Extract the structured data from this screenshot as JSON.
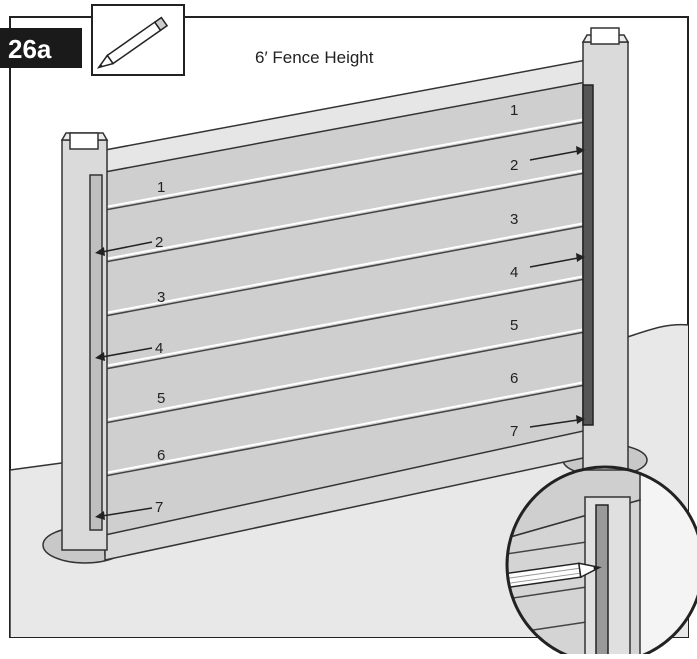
{
  "step_badge": "26a",
  "title": "6′ Fence Height",
  "icon": "pencil-icon",
  "left_labels": [
    "1",
    "2",
    "3",
    "4",
    "5",
    "6",
    "7"
  ],
  "right_labels": [
    "1",
    "2",
    "3",
    "4",
    "5",
    "6",
    "7"
  ],
  "colors": {
    "badge_bg": "#1a1a1a",
    "badge_text": "#ffffff",
    "panel": "#cfcfcf",
    "post": "#dadada",
    "ground": "#e8e8e8",
    "outline": "#222222"
  }
}
